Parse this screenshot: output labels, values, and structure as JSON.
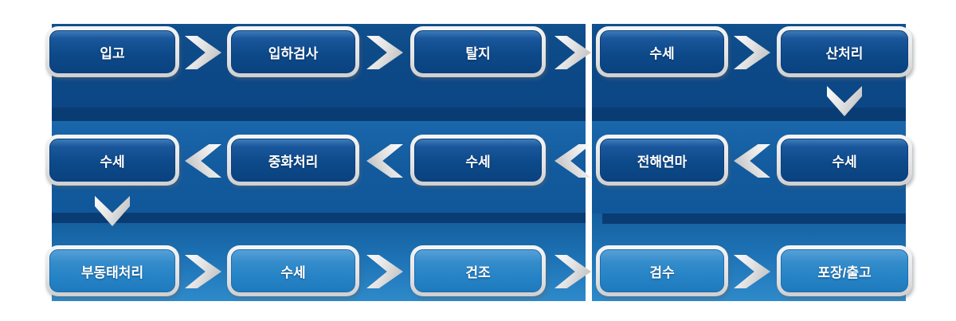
{
  "diagram": {
    "title": "process-flow-diagram",
    "rows": [
      {
        "flow_direction": "right",
        "button_style": "dark",
        "steps": [
          "입고",
          "입하검사",
          "탈지",
          "수세",
          "산처리"
        ]
      },
      {
        "flow_direction": "left",
        "button_style": "dark",
        "steps": [
          "수세",
          "중화처리",
          "수세",
          "전해연마",
          "수세"
        ]
      },
      {
        "flow_direction": "right",
        "button_style": "light",
        "steps": [
          "부동태처리",
          "수세",
          "건조",
          "검수",
          "포장/출고"
        ]
      }
    ],
    "process_sequence": [
      "입고",
      "입하검사",
      "탈지",
      "수세",
      "산처리",
      "수세",
      "전해연마",
      "수세",
      "중화처리",
      "수세",
      "부동태처리",
      "수세",
      "건조",
      "검수",
      "포장/출고"
    ],
    "connectors": {
      "row1_to_row2": "down-arrow under 산처리",
      "row2_to_row3": "down-arrow under leftmost 수세"
    },
    "colors": {
      "band_top": "#0d4a88",
      "band_strip": "#0a3c74",
      "band_middle": "#125a9d",
      "band_bottom_light": "#2e8aca",
      "button_dark_fill": "#0d4a8a",
      "button_light_fill": "#2583c6",
      "button_border": "#e3e3e3",
      "arrow_silver": "#dcdcdc",
      "label_text": "#ffffff",
      "background": "#ffffff"
    }
  }
}
